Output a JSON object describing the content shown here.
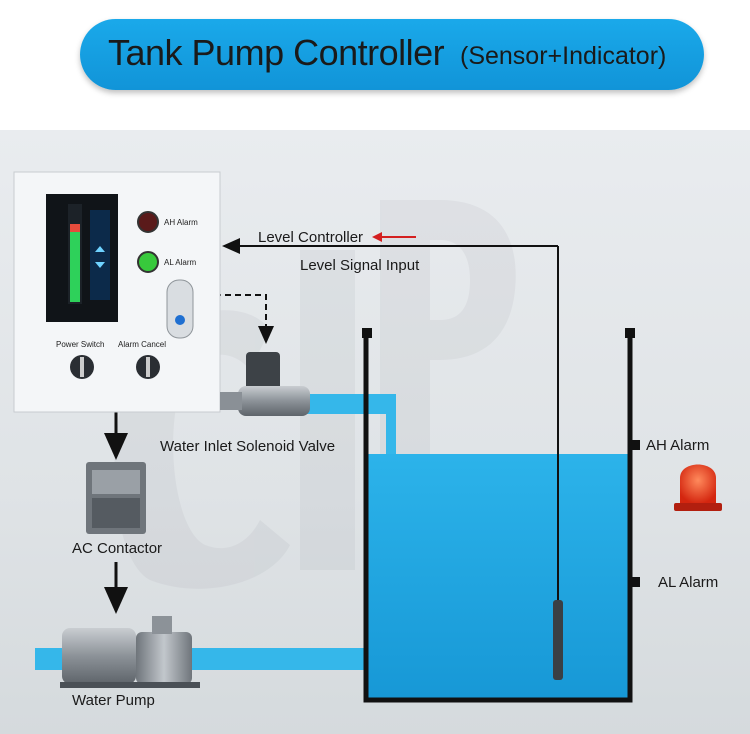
{
  "title": {
    "main": "Tank Pump Controller",
    "sub": "(Sensor+Indicator)"
  },
  "labels": {
    "level_controller": "Level Controller",
    "level_signal_input": "Level Signal Input",
    "water_inlet_valve": "Water Inlet Solenoid Valve",
    "ac_contactor": "AC Contactor",
    "water_pump": "Water Pump",
    "ah_alarm_tank": "AH Alarm",
    "al_alarm_tank": "AL Alarm"
  },
  "panel": {
    "ah_alarm": "AH Alarm",
    "al_alarm": "AL Alarm",
    "power_switch": "Power Switch",
    "alarm_cancel": "Alarm Cancel"
  },
  "colors": {
    "title_bg": "#1aa9ea",
    "water": "#1ea7e0",
    "pipe": "#35b7ea",
    "arrow_red": "#d42020",
    "beacon": "#e63b1c"
  }
}
